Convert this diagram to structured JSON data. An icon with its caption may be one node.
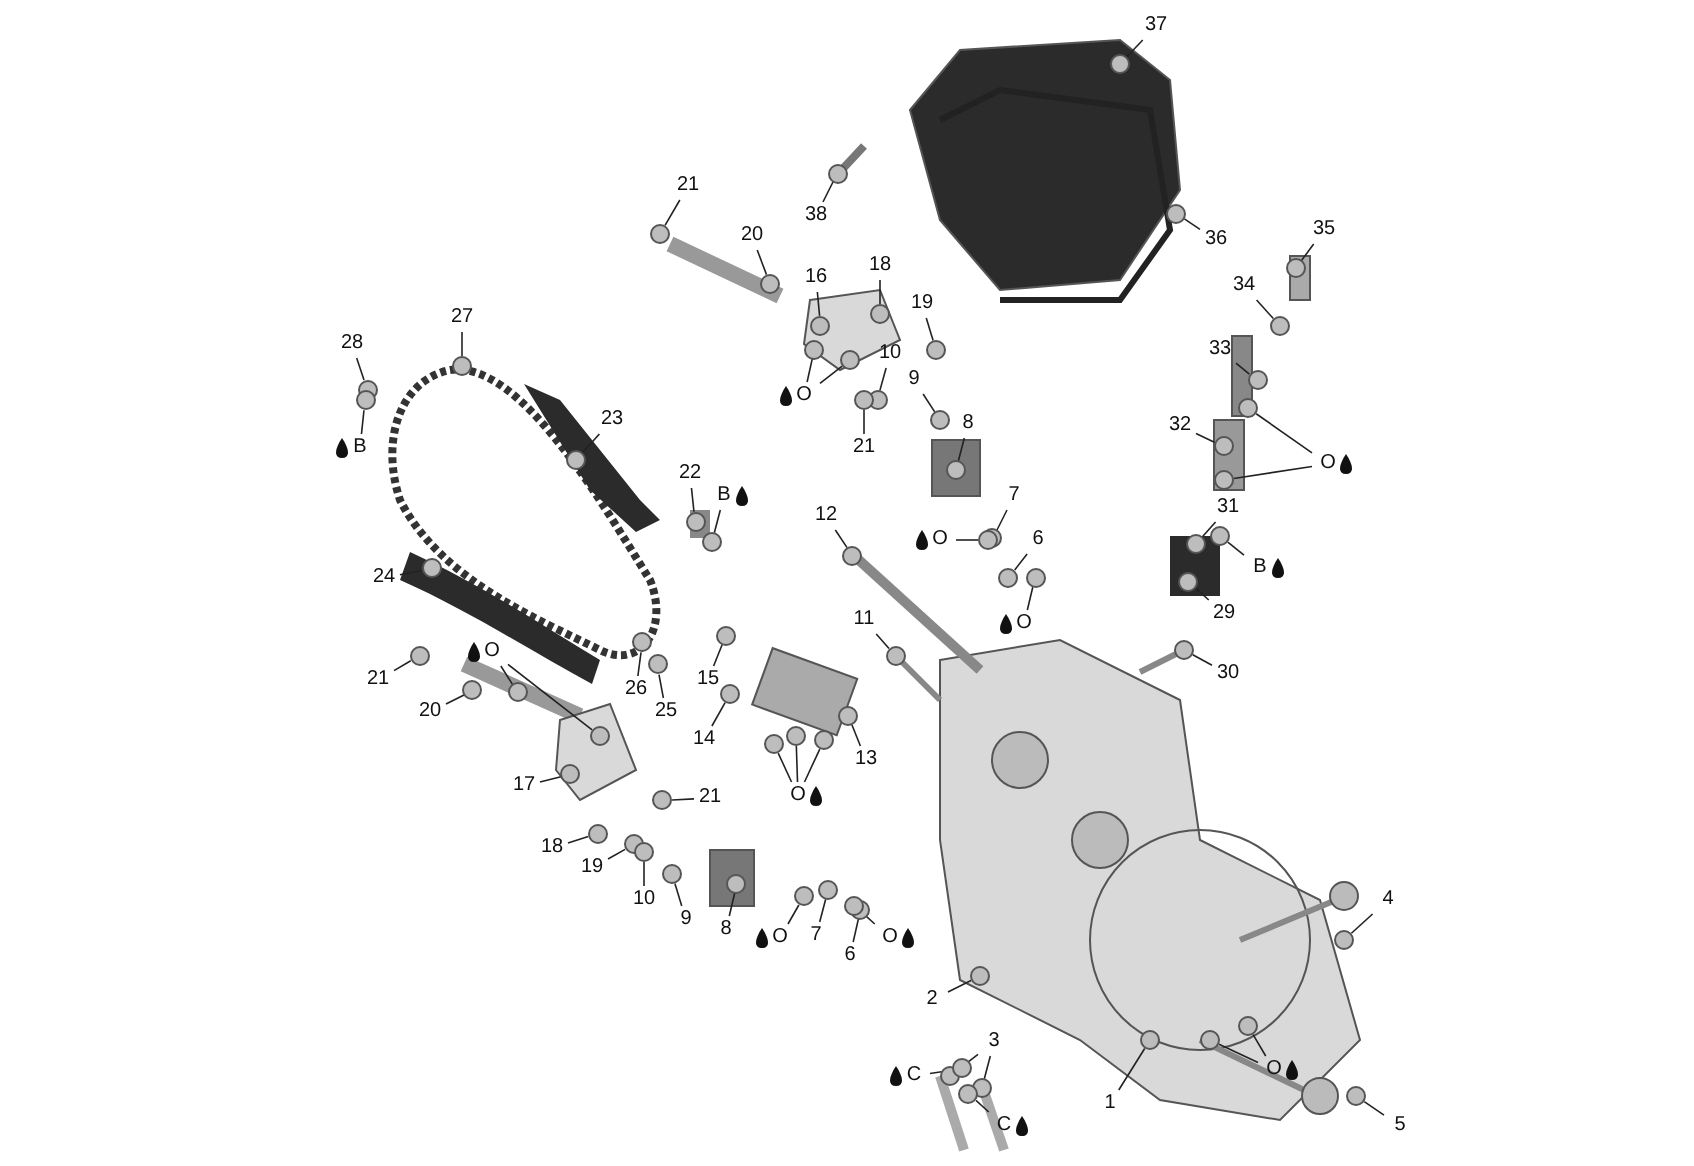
{
  "diagram": {
    "nodes": [
      {
        "text": [
          "37"
        ]
      },
      {
        "text": [
          "21"
        ]
      },
      {
        "text": [
          "38"
        ]
      },
      {
        "text": [
          "36"
        ]
      },
      {
        "text": [
          "35"
        ]
      },
      {
        "text": [
          "20"
        ]
      },
      {
        "text": [
          "16"
        ]
      },
      {
        "text": [
          "18"
        ]
      },
      {
        "text": [
          "34"
        ]
      },
      {
        "text": [
          "19"
        ]
      },
      {
        "text": [
          "27"
        ]
      },
      {
        "text": [
          "10"
        ]
      },
      {
        "text": [
          "28"
        ]
      },
      {
        "text": [
          "33"
        ]
      },
      {
        "text": [
          "9"
        ]
      },
      {
        "text": [
          "O"
        ]
      },
      {
        "text": [
          "O"
        ]
      },
      {
        "text": [
          "32"
        ]
      },
      {
        "text": [
          "23"
        ]
      },
      {
        "text": [
          "8"
        ]
      },
      {
        "text": [
          "21"
        ]
      },
      {
        "text": [
          "B"
        ]
      },
      {
        "text": [
          "22"
        ]
      },
      {
        "text": [
          "B"
        ]
      },
      {
        "text": [
          "7"
        ]
      },
      {
        "text": [
          "31"
        ]
      },
      {
        "text": [
          "12"
        ]
      },
      {
        "text": [
          "O"
        ]
      },
      {
        "text": [
          "6"
        ]
      },
      {
        "text": [
          "B"
        ]
      },
      {
        "text": [
          "24"
        ]
      },
      {
        "text": [
          "29"
        ]
      },
      {
        "text": [
          "O"
        ]
      },
      {
        "text": [
          "11"
        ]
      },
      {
        "text": [
          "21"
        ]
      },
      {
        "text": [
          "O"
        ]
      },
      {
        "text": [
          "30"
        ]
      },
      {
        "text": [
          "15"
        ]
      },
      {
        "text": [
          "26"
        ]
      },
      {
        "text": [
          "25"
        ]
      },
      {
        "text": [
          "20"
        ]
      },
      {
        "text": [
          "14"
        ]
      },
      {
        "text": [
          "13"
        ]
      },
      {
        "text": [
          "17"
        ]
      },
      {
        "text": [
          "O"
        ]
      },
      {
        "text": [
          "21"
        ]
      },
      {
        "text": [
          "18"
        ]
      },
      {
        "text": [
          "19"
        ]
      },
      {
        "text": [
          "4"
        ]
      },
      {
        "text": [
          "10"
        ]
      },
      {
        "text": [
          "9"
        ]
      },
      {
        "text": [
          "8"
        ]
      },
      {
        "text": [
          "7"
        ]
      },
      {
        "text": [
          "O"
        ]
      },
      {
        "text": [
          "6"
        ]
      },
      {
        "text": [
          "O"
        ]
      },
      {
        "text": [
          "2"
        ]
      },
      {
        "text": [
          "3"
        ]
      },
      {
        "text": [
          "O"
        ]
      },
      {
        "text": [
          "C"
        ]
      },
      {
        "text": [
          "1"
        ]
      },
      {
        "text": [
          "5"
        ]
      },
      {
        "text": [
          "C"
        ]
      },
      {
        "text": [],
        "shape": "circle"
      },
      {
        "text": [],
        "shape": "circle"
      },
      {
        "text": [],
        "shape": "circle"
      },
      {
        "text": [],
        "shape": "circle"
      },
      {
        "text": [],
        "shape": "circle"
      },
      {
        "text": [],
        "shape": "circle"
      },
      {
        "text": [],
        "shape": "circle"
      },
      {
        "text": [],
        "shape": "circle"
      },
      {
        "text": [],
        "shape": "circle"
      },
      {
        "text": [],
        "shape": "circle"
      },
      {
        "text": [],
        "shape": "circle"
      },
      {
        "text": [],
        "shape": "circle"
      },
      {
        "text": [],
        "shape": "circle"
      },
      {
        "text": [],
        "shape": "circle"
      },
      {
        "text": [],
        "shape": "circle"
      },
      {
        "text": [],
        "shape": "circle"
      },
      {
        "text": [],
        "shape": "circle"
      },
      {
        "text": [],
        "shape": "circle"
      },
      {
        "text": [],
        "shape": "circle"
      },
      {
        "text": [],
        "shape": "circle"
      },
      {
        "text": [],
        "shape": "circle"
      },
      {
        "text": [],
        "shape": "circle"
      },
      {
        "text": [],
        "shape": "circle"
      },
      {
        "text": [],
        "shape": "circle"
      },
      {
        "text": [],
        "shape": "circle"
      },
      {
        "text": [],
        "shape": "circle"
      },
      {
        "text": [],
        "shape": "circle"
      },
      {
        "text": [],
        "shape": "circle"
      },
      {
        "text": [],
        "shape": "circle"
      },
      {
        "text": [],
        "shape": "circle"
      },
      {
        "text": [],
        "shape": "circle"
      },
      {
        "text": [],
        "shape": "circle"
      },
      {
        "text": [],
        "shape": "circle"
      },
      {
        "text": [],
        "shape": "circle"
      },
      {
        "text": [],
        "shape": "circle"
      },
      {
        "text": [],
        "shape": "circle"
      },
      {
        "text": [],
        "shape": "circle"
      },
      {
        "text": [],
        "shape": "circle"
      },
      {
        "text": [],
        "shape": "circle"
      },
      {
        "text": [],
        "shape": "circle"
      },
      {
        "text": [],
        "shape": "circle"
      },
      {
        "text": [],
        "shape": "circle"
      },
      {
        "text": [],
        "shape": "circle"
      },
      {
        "text": [],
        "shape": "circle"
      },
      {
        "text": [],
        "shape": "circle"
      },
      {
        "text": [],
        "shape": "circle"
      },
      {
        "text": [],
        "shape": "circle"
      },
      {
        "text": [],
        "shape": "circle"
      },
      {
        "text": [],
        "shape": "circle"
      },
      {
        "text": [],
        "shape": "circle"
      },
      {
        "text": [],
        "shape": "circle"
      },
      {
        "text": [],
        "shape": "circle"
      },
      {
        "text": [],
        "shape": "circle"
      },
      {
        "text": [],
        "shape": "circle"
      },
      {
        "text": [],
        "shape": "circle"
      },
      {
        "text": [],
        "shape": "circle"
      },
      {
        "text": [],
        "shape": "circle"
      },
      {
        "text": [],
        "shape": "circle"
      },
      {
        "text": [],
        "shape": "circle"
      },
      {
        "text": [],
        "shape": "circle"
      },
      {
        "text": [],
        "shape": "circle"
      },
      {
        "text": [],
        "shape": "circle"
      },
      {
        "text": [],
        "shape": "circle"
      },
      {
        "text": [],
        "shape": "circle"
      },
      {
        "text": [],
        "shape": "circle"
      },
      {
        "text": [],
        "shape": "circle"
      },
      {
        "text": [],
        "shape": "circle"
      },
      {
        "text": [],
        "shape": "circle"
      },
      {
        "text": [],
        "shape": "circle"
      },
      {
        "text": [],
        "shape": "circle"
      }
    ],
    "edges": [
      {
        "from": 0,
        "to": 63,
        "arrow": "none"
      },
      {
        "from": 1,
        "to": 64,
        "arrow": "none"
      },
      {
        "from": 2,
        "to": 65,
        "arrow": "none"
      },
      {
        "from": 3,
        "to": 66,
        "arrow": "none"
      },
      {
        "from": 4,
        "to": 67,
        "arrow": "none"
      },
      {
        "from": 5,
        "to": 68,
        "arrow": "none"
      },
      {
        "from": 6,
        "to": 69,
        "arrow": "none"
      },
      {
        "from": 7,
        "to": 70,
        "arrow": "none"
      },
      {
        "from": 8,
        "to": 71,
        "arrow": "none"
      },
      {
        "from": 9,
        "to": 72,
        "arrow": "none"
      },
      {
        "from": 10,
        "to": 73,
        "arrow": "none"
      },
      {
        "from": 11,
        "to": 74,
        "arrow": "none"
      },
      {
        "from": 12,
        "to": 75,
        "arrow": "none"
      },
      {
        "from": 13,
        "to": 76,
        "arrow": "none"
      },
      {
        "from": 14,
        "to": 77,
        "arrow": "none"
      },
      {
        "from": 15,
        "to": 78,
        "arrow": "none"
      },
      {
        "from": 15,
        "to": 79,
        "arrow": "none"
      },
      {
        "from": 16,
        "to": 80,
        "arrow": "none"
      },
      {
        "from": 16,
        "to": 81,
        "arrow": "none"
      },
      {
        "from": 17,
        "to": 82,
        "arrow": "none"
      },
      {
        "from": 18,
        "to": 83,
        "arrow": "none"
      },
      {
        "from": 19,
        "to": 84,
        "arrow": "none"
      },
      {
        "from": 20,
        "to": 85,
        "arrow": "none"
      },
      {
        "from": 21,
        "to": 86,
        "arrow": "none"
      },
      {
        "from": 22,
        "to": 87,
        "arrow": "none"
      },
      {
        "from": 23,
        "to": 88,
        "arrow": "none"
      },
      {
        "from": 24,
        "to": 89,
        "arrow": "none"
      },
      {
        "from": 25,
        "to": 90,
        "arrow": "none"
      },
      {
        "from": 26,
        "to": 91,
        "arrow": "none"
      },
      {
        "from": 27,
        "to": 92,
        "arrow": "none"
      },
      {
        "from": 28,
        "to": 93,
        "arrow": "none"
      },
      {
        "from": 29,
        "to": 94,
        "arrow": "none"
      },
      {
        "from": 30,
        "to": 95,
        "arrow": "none"
      },
      {
        "from": 31,
        "to": 96,
        "arrow": "none"
      },
      {
        "from": 32,
        "to": 97,
        "arrow": "none"
      },
      {
        "from": 33,
        "to": 98,
        "arrow": "none"
      },
      {
        "from": 34,
        "to": 99,
        "arrow": "none"
      },
      {
        "from": 35,
        "to": 100,
        "arrow": "none"
      },
      {
        "from": 35,
        "to": 101,
        "arrow": "none"
      },
      {
        "from": 36,
        "to": 102,
        "arrow": "none"
      },
      {
        "from": 37,
        "to": 103,
        "arrow": "none"
      },
      {
        "from": 38,
        "to": 104,
        "arrow": "none"
      },
      {
        "from": 39,
        "to": 105,
        "arrow": "none"
      },
      {
        "from": 40,
        "to": 106,
        "arrow": "none"
      },
      {
        "from": 41,
        "to": 107,
        "arrow": "none"
      },
      {
        "from": 42,
        "to": 108,
        "arrow": "none"
      },
      {
        "from": 43,
        "to": 109,
        "arrow": "none"
      },
      {
        "from": 44,
        "to": 110,
        "arrow": "none"
      },
      {
        "from": 44,
        "to": 111,
        "arrow": "none"
      },
      {
        "from": 44,
        "to": 112,
        "arrow": "none"
      },
      {
        "from": 45,
        "to": 113,
        "arrow": "none"
      },
      {
        "from": 46,
        "to": 114,
        "arrow": "none"
      },
      {
        "from": 47,
        "to": 115,
        "arrow": "none"
      },
      {
        "from": 48,
        "to": 116,
        "arrow": "none"
      },
      {
        "from": 49,
        "to": 117,
        "arrow": "none"
      },
      {
        "from": 50,
        "to": 118,
        "arrow": "none"
      },
      {
        "from": 51,
        "to": 119,
        "arrow": "none"
      },
      {
        "from": 52,
        "to": 120,
        "arrow": "none"
      },
      {
        "from": 53,
        "to": 121,
        "arrow": "none"
      },
      {
        "from": 54,
        "to": 122,
        "arrow": "none"
      },
      {
        "from": 55,
        "to": 123,
        "arrow": "none"
      },
      {
        "from": 56,
        "to": 124,
        "arrow": "none"
      },
      {
        "from": 57,
        "to": 125,
        "arrow": "none"
      },
      {
        "from": 57,
        "to": 126,
        "arrow": "none"
      },
      {
        "from": 58,
        "to": 127,
        "arrow": "none"
      },
      {
        "from": 58,
        "to": 128,
        "arrow": "none"
      },
      {
        "from": 59,
        "to": 129,
        "arrow": "none"
      },
      {
        "from": 60,
        "to": 130,
        "arrow": "none"
      },
      {
        "from": 61,
        "to": 131,
        "arrow": "none"
      },
      {
        "from": 62,
        "to": 132,
        "arrow": "none"
      }
    ]
  }
}
